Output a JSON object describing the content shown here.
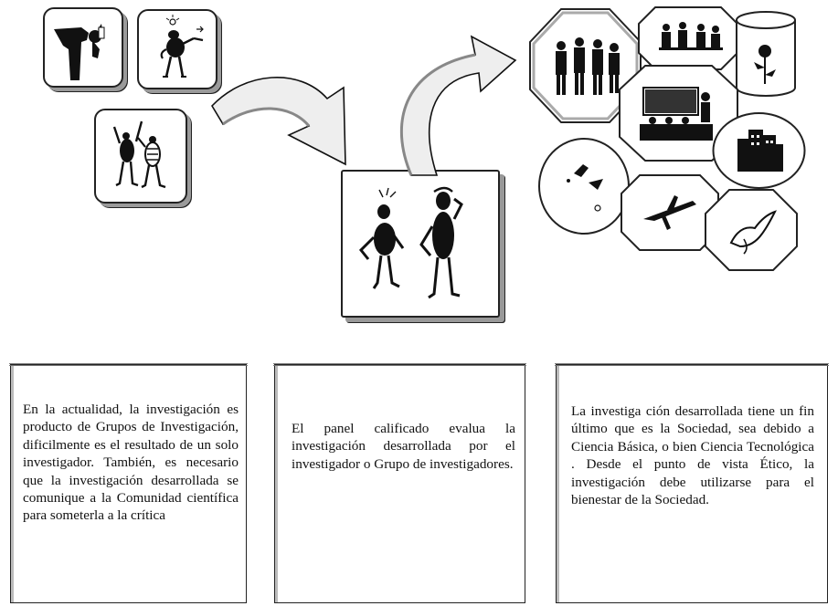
{
  "captions": {
    "research_groups": "En la actualidad, la investigación es producto de Grupos de Investigación, dificilmente es el resultado de un solo investigador. También, es necesario que la investigación desarrollada se comunique a la Comunidad científica para someterla a la crítica",
    "panel_evaluation": "El panel calificado evalua la investigación desarrollada por el investigador o Grupo de investigadores.",
    "society_purpose": "La investiga ción desarrollada tiene un fin último que es la Sociedad, sea debido a Ciencia Básica, o bien Ciencia Tecnológica . Desde el punto de vista Ético, la investigación debe utilizarse para el bienestar de la Sociedad."
  },
  "colors": {
    "ink": "#111111",
    "shadow": "#999999",
    "arrow_fill": "#eeeeee"
  },
  "icons": {
    "tile_1": "researcher-bending-icon",
    "tile_2": "thinking-figure-icon",
    "tile_3": "collaborating-figures-icon",
    "panel": "evaluating-panel-icon",
    "society": [
      "business-people-icon",
      "meeting-people-icon",
      "rose-icon",
      "classroom-icon",
      "buildings-icon",
      "bird-icon",
      "airplane-icon",
      "creature-icon"
    ]
  }
}
